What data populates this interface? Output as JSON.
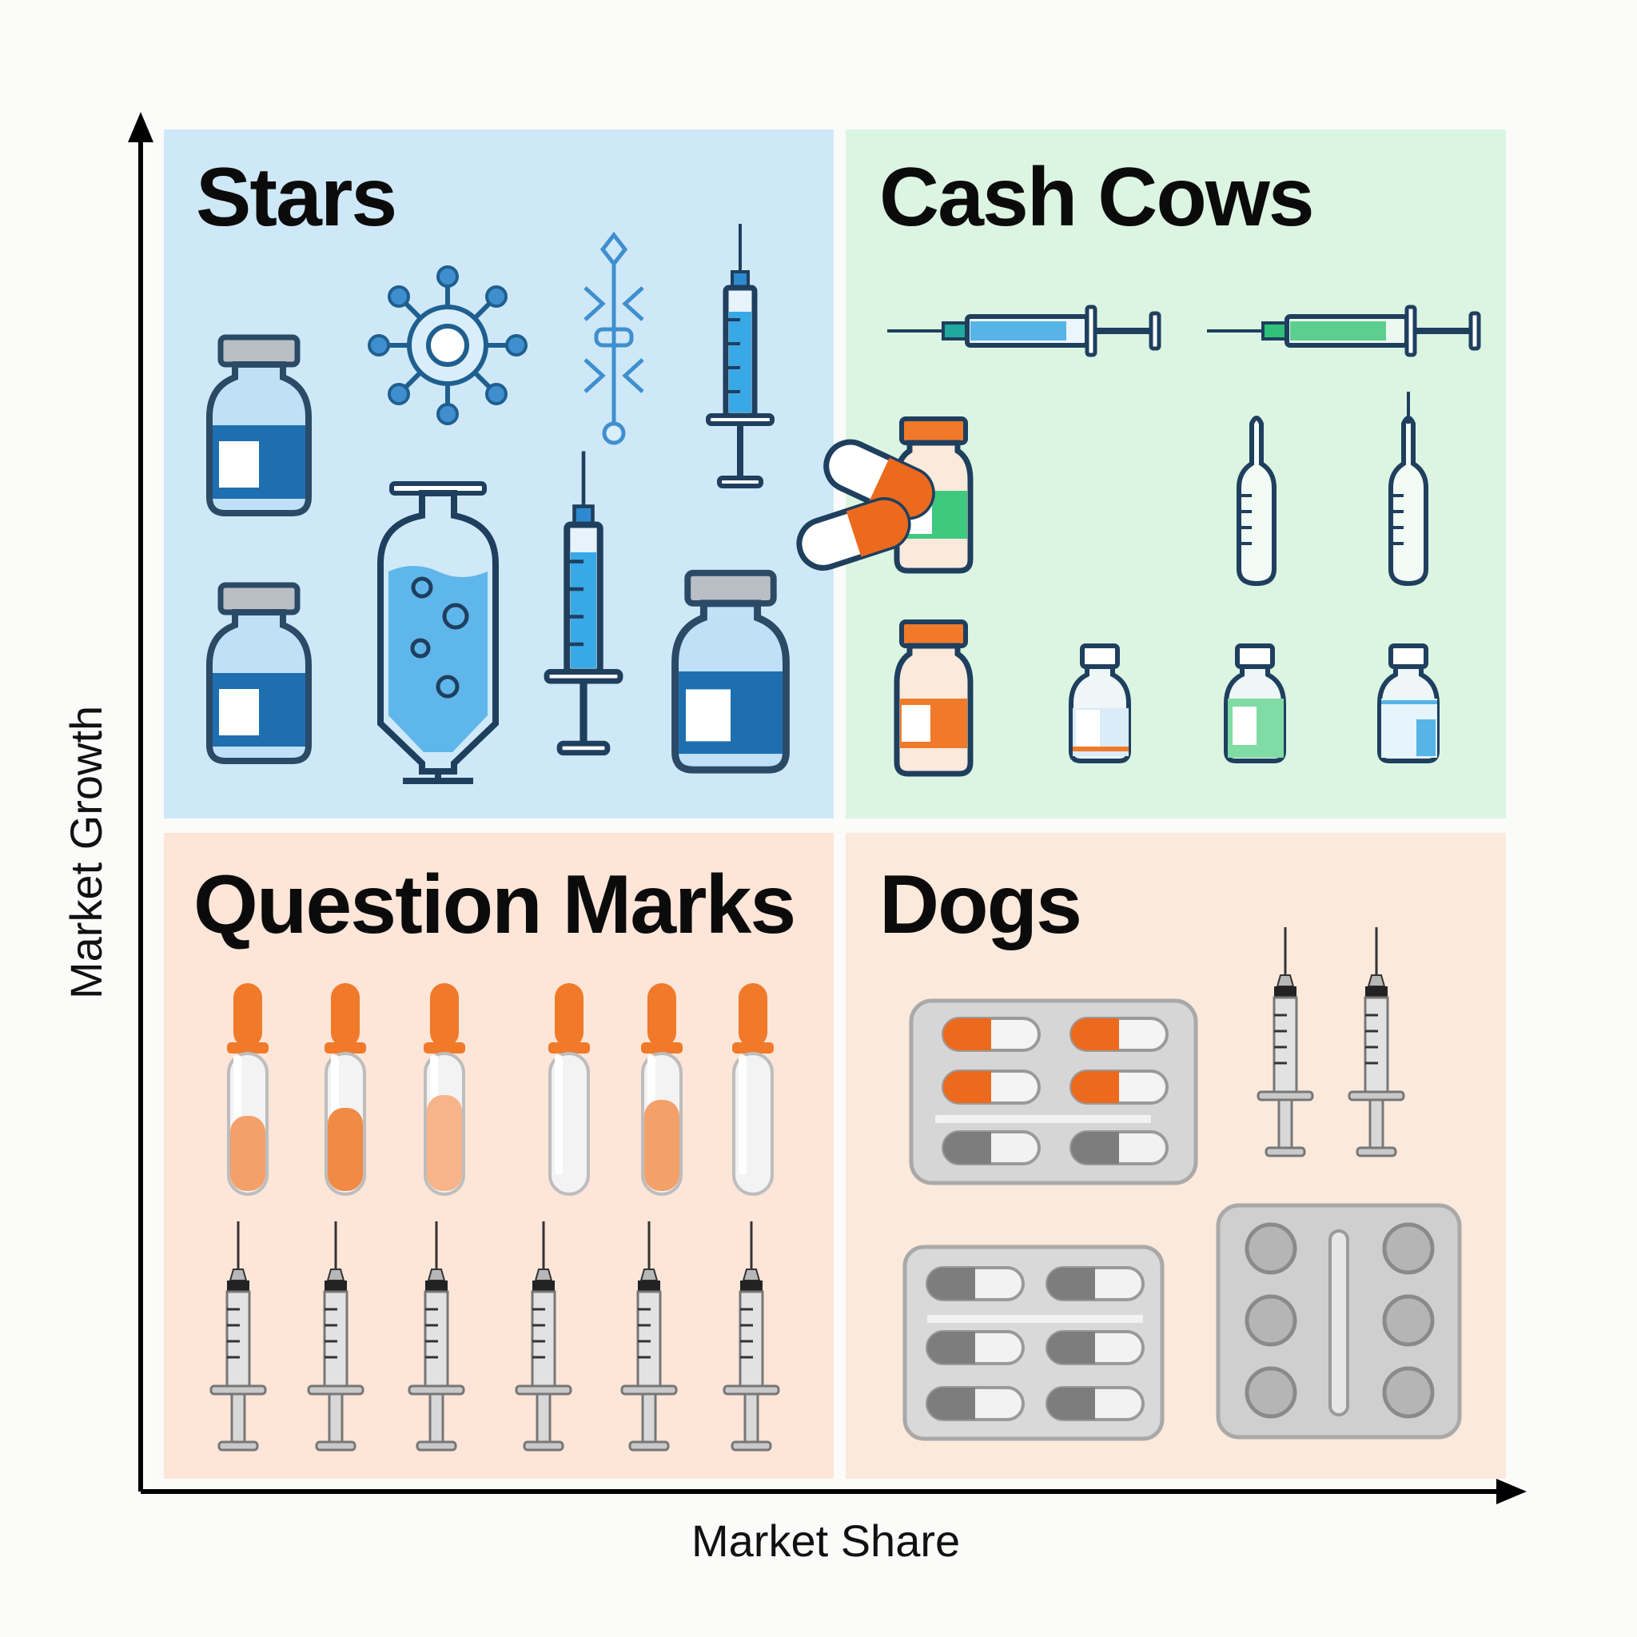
{
  "quadrants": {
    "stars": {
      "title": "Stars",
      "bg": "#cfe8f8",
      "accent": "#1a6fb0"
    },
    "cash_cows": {
      "title": "Cash Cows",
      "bg": "#dcf5e2",
      "accent": "#3dbf7a"
    },
    "question_marks": {
      "title": "Question Marks",
      "bg": "#fde5d8",
      "accent": "#f07a2a"
    },
    "dogs": {
      "title": "Dogs",
      "bg": "#fbe9dc",
      "accent": "#9a9a9a"
    }
  },
  "axes": {
    "x_label": "Market Share",
    "y_label": "Market Growth"
  },
  "icons": {
    "stars": [
      "vial-icon",
      "molecule-icon",
      "dna-icon",
      "syringe-icon",
      "flask-icon"
    ],
    "cash_cows": [
      "syringe-icon",
      "pill-bottle-icon",
      "capsule-icon",
      "ampoule-icon",
      "vial-icon"
    ],
    "question_marks": [
      "test-tube-icon",
      "syringe-icon"
    ],
    "dogs": [
      "blister-pack-icon",
      "syringe-icon",
      "tablet-blister-icon"
    ]
  }
}
